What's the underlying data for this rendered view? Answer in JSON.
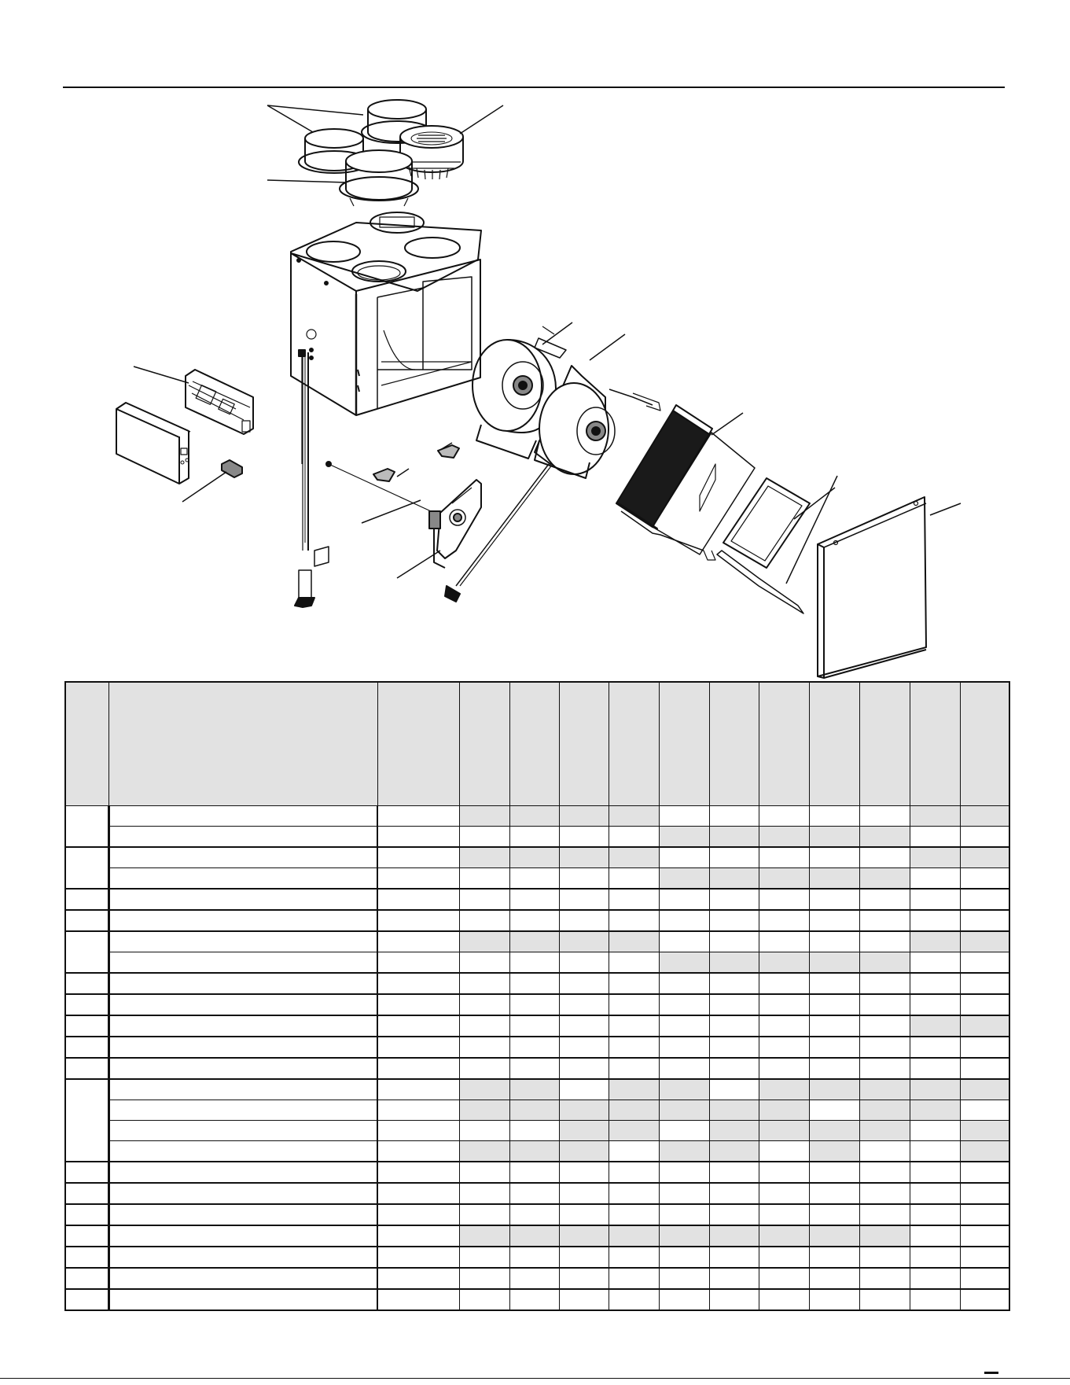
{
  "page": {
    "diagram_label": "",
    "table_label": ""
  },
  "colors": {
    "shade": "#e2e2e2",
    "line": "#111111"
  },
  "table": {
    "model_column_count": 11,
    "rows": [
      {
        "ref": "",
        "group_start": true,
        "shade": [
          1,
          1,
          1,
          1,
          0,
          0,
          0,
          0,
          0,
          1,
          1
        ]
      },
      {
        "ref": "",
        "group_start": false,
        "shade": [
          0,
          0,
          0,
          0,
          1,
          1,
          1,
          1,
          1,
          0,
          0
        ]
      },
      {
        "ref": "",
        "group_start": true,
        "shade": [
          1,
          1,
          1,
          1,
          0,
          0,
          0,
          0,
          0,
          1,
          1
        ]
      },
      {
        "ref": "",
        "group_start": false,
        "shade": [
          0,
          0,
          0,
          0,
          1,
          1,
          1,
          1,
          1,
          0,
          0
        ]
      },
      {
        "ref": "",
        "group_start": true,
        "shade": [
          0,
          0,
          0,
          0,
          0,
          0,
          0,
          0,
          0,
          0,
          0
        ]
      },
      {
        "ref": "",
        "group_start": true,
        "shade": [
          0,
          0,
          0,
          0,
          0,
          0,
          0,
          0,
          0,
          0,
          0
        ]
      },
      {
        "ref": "",
        "group_start": true,
        "shade": [
          1,
          1,
          1,
          1,
          0,
          0,
          0,
          0,
          0,
          1,
          1
        ]
      },
      {
        "ref": "",
        "group_start": false,
        "shade": [
          0,
          0,
          0,
          0,
          1,
          1,
          1,
          1,
          1,
          0,
          0
        ]
      },
      {
        "ref": "",
        "group_start": true,
        "shade": [
          0,
          0,
          0,
          0,
          0,
          0,
          0,
          0,
          0,
          0,
          0
        ]
      },
      {
        "ref": "",
        "group_start": true,
        "shade": [
          0,
          0,
          0,
          0,
          0,
          0,
          0,
          0,
          0,
          0,
          0
        ]
      },
      {
        "ref": "",
        "group_start": true,
        "shade": [
          0,
          0,
          0,
          0,
          0,
          0,
          0,
          0,
          0,
          1,
          1
        ]
      },
      {
        "ref": "",
        "group_start": true,
        "shade": [
          0,
          0,
          0,
          0,
          0,
          0,
          0,
          0,
          0,
          0,
          0
        ]
      },
      {
        "ref": "",
        "group_start": true,
        "shade": [
          0,
          0,
          0,
          0,
          0,
          0,
          0,
          0,
          0,
          0,
          0
        ]
      },
      {
        "ref": "",
        "group_start": true,
        "shade": [
          1,
          1,
          0,
          1,
          1,
          0,
          1,
          1,
          1,
          1,
          1
        ]
      },
      {
        "ref": "",
        "group_start": false,
        "shade": [
          1,
          1,
          1,
          1,
          1,
          1,
          1,
          0,
          1,
          1,
          0
        ]
      },
      {
        "ref": "",
        "group_start": false,
        "shade": [
          0,
          0,
          1,
          1,
          0,
          1,
          1,
          1,
          1,
          0,
          1
        ]
      },
      {
        "ref": "",
        "group_start": false,
        "shade": [
          1,
          1,
          1,
          0,
          1,
          1,
          0,
          1,
          0,
          0,
          1
        ]
      },
      {
        "ref": "",
        "group_start": true,
        "shade": [
          0,
          0,
          0,
          0,
          0,
          0,
          0,
          0,
          0,
          0,
          0
        ]
      },
      {
        "ref": "",
        "group_start": true,
        "shade": [
          0,
          0,
          0,
          0,
          0,
          0,
          0,
          0,
          0,
          0,
          0
        ]
      },
      {
        "ref": "",
        "group_start": true,
        "shade": [
          0,
          0,
          0,
          0,
          0,
          0,
          0,
          0,
          0,
          0,
          0
        ]
      },
      {
        "ref": "",
        "group_start": true,
        "shade": [
          1,
          1,
          1,
          1,
          1,
          1,
          1,
          1,
          1,
          0,
          0
        ]
      },
      {
        "ref": "",
        "group_start": true,
        "shade": [
          0,
          0,
          0,
          0,
          0,
          0,
          0,
          0,
          0,
          0,
          0
        ]
      },
      {
        "ref": "",
        "group_start": true,
        "shade": [
          0,
          0,
          0,
          0,
          0,
          0,
          0,
          0,
          0,
          0,
          0
        ]
      },
      {
        "ref": "",
        "group_start": true,
        "shade": [
          0,
          0,
          0,
          0,
          0,
          0,
          0,
          0,
          0,
          0,
          0
        ]
      }
    ]
  }
}
